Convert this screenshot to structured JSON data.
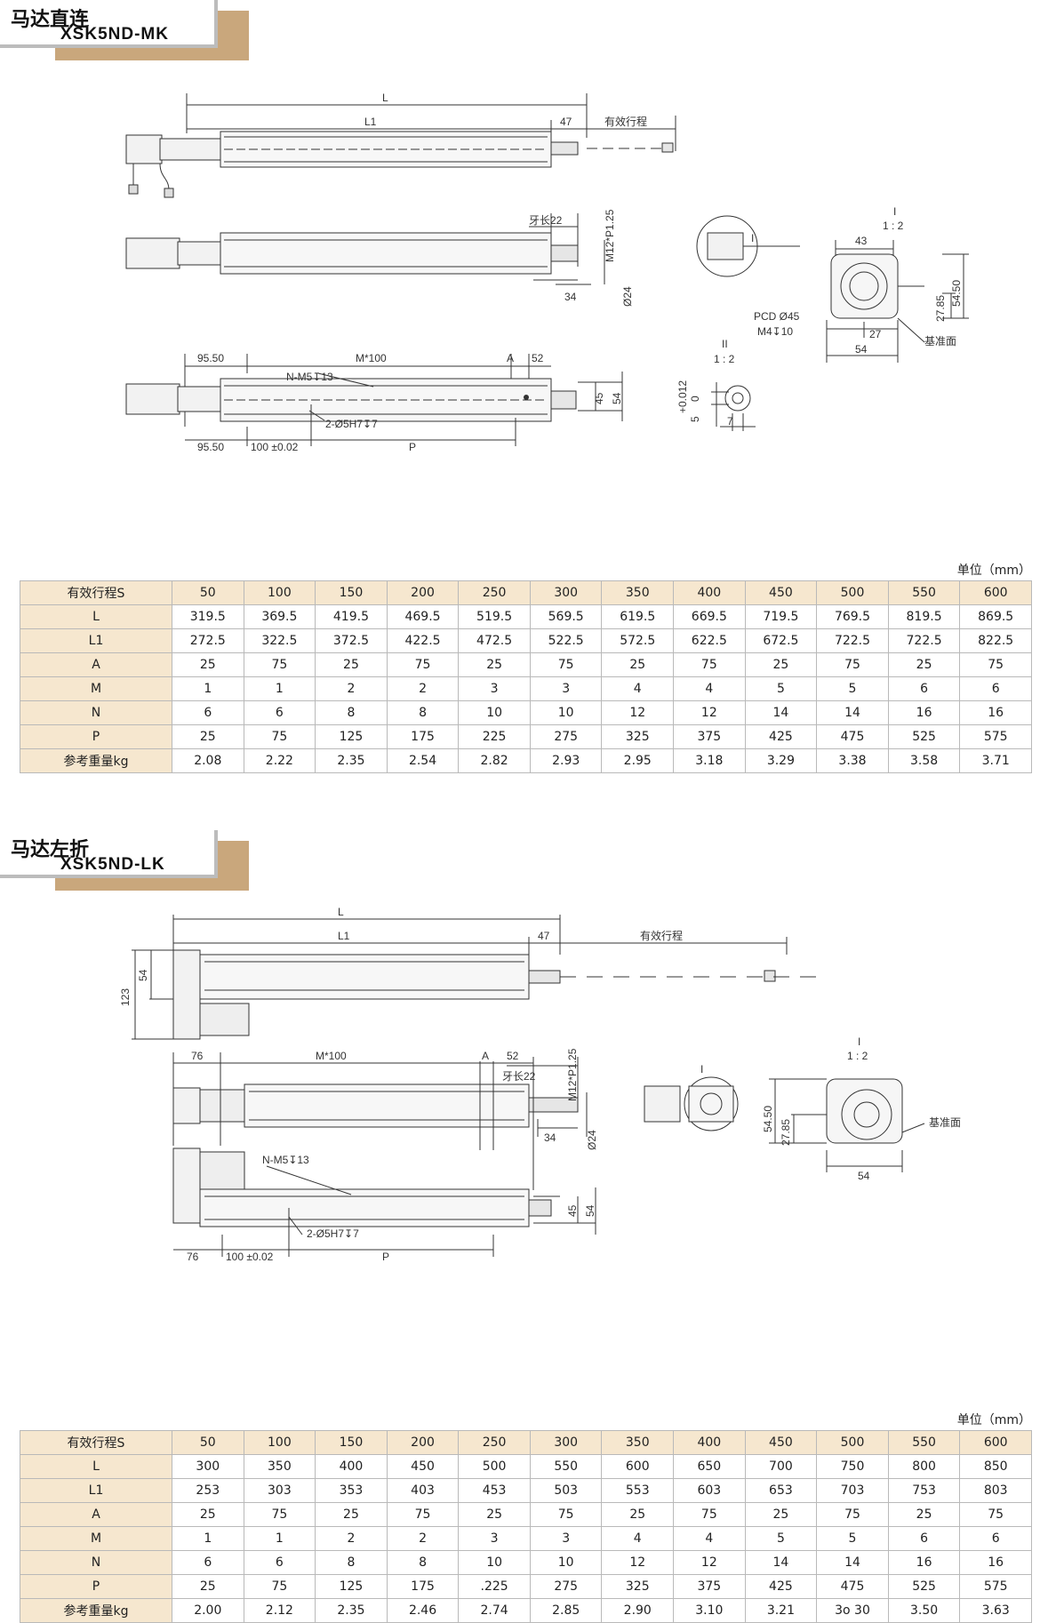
{
  "sections": [
    {
      "title_cn": "马达直连",
      "model": "XSK5ND-MK",
      "unit": "单位（mm）",
      "drawing_labels": {
        "L": "L",
        "L1": "L1",
        "d47": "47",
        "stroke": "有效行程",
        "thread_len": "牙长22",
        "thread": "M12*P1.25",
        "d34": "34",
        "phi24": "Ø24",
        "d9550a": "95.50",
        "m100": "M*100",
        "A": "A",
        "d52": "52",
        "nm5": "N-M5↧13",
        "d45": "45",
        "d54": "54",
        "hole": "2-Ø5H7↧7",
        "d9550b": "95.50",
        "d100": "100 ±0.02",
        "P": "P",
        "view1_title": "I",
        "view1_scale": "1 : 2",
        "d43": "43",
        "d5450": "54.50",
        "d2785": "27.85",
        "pcd": "PCD Ø45",
        "m4": "M4↧10",
        "d27": "27",
        "d54b": "54",
        "ref": "基准面",
        "view2_title": "II",
        "view2_scale": "1 : 2",
        "tol": "+0.012",
        "tol0": "0",
        "d5": "5",
        "d7": "7",
        "mark_I": "I"
      },
      "table": {
        "header": [
          "有效行程S",
          "50",
          "100",
          "150",
          "200",
          "250",
          "300",
          "350",
          "400",
          "450",
          "500",
          "550",
          "600"
        ],
        "rows": [
          [
            "L",
            "319.5",
            "369.5",
            "419.5",
            "469.5",
            "519.5",
            "569.5",
            "619.5",
            "669.5",
            "719.5",
            "769.5",
            "819.5",
            "869.5"
          ],
          [
            "L1",
            "272.5",
            "322.5",
            "372.5",
            "422.5",
            "472.5",
            "522.5",
            "572.5",
            "622.5",
            "672.5",
            "722.5",
            "722.5",
            "822.5"
          ],
          [
            "A",
            "25",
            "75",
            "25",
            "75",
            "25",
            "75",
            "25",
            "75",
            "25",
            "75",
            "25",
            "75"
          ],
          [
            "M",
            "1",
            "1",
            "2",
            "2",
            "3",
            "3",
            "4",
            "4",
            "5",
            "5",
            "6",
            "6"
          ],
          [
            "N",
            "6",
            "6",
            "8",
            "8",
            "10",
            "10",
            "12",
            "12",
            "14",
            "14",
            "16",
            "16"
          ],
          [
            "P",
            "25",
            "75",
            "125",
            "175",
            "225",
            "275",
            "325",
            "375",
            "425",
            "475",
            "525",
            "575"
          ],
          [
            "参考重量kg",
            "2.08",
            "2.22",
            "2.35",
            "2.54",
            "2.82",
            "2.93",
            "2.95",
            "3.18",
            "3.29",
            "3.38",
            "3.58",
            "3.71"
          ]
        ]
      }
    },
    {
      "title_cn": "马达左折",
      "model": "XSK5ND-LK",
      "unit": "单位（mm）",
      "drawing_labels": {
        "L": "L",
        "L1": "L1",
        "d47": "47",
        "stroke": "有效行程",
        "d123": "123",
        "d54": "54",
        "thread_len": "牙长22",
        "thread": "M12*P1.25",
        "d34": "34",
        "phi24": "Ø24",
        "view_title": "I",
        "view_scale": "1 : 2",
        "d5450": "54.50",
        "d2785": "27.85",
        "ref": "基准面",
        "d54b": "54",
        "mark_I": "I",
        "d76a": "76",
        "m100": "M*100",
        "A": "A",
        "d52": "52",
        "nm5": "N-M5↧13",
        "d45": "45",
        "d54c": "54",
        "hole": "2-Ø5H7↧7",
        "d76b": "76",
        "d100": "100 ±0.02",
        "P": "P"
      },
      "table": {
        "header": [
          "有效行程S",
          "50",
          "100",
          "150",
          "200",
          "250",
          "300",
          "350",
          "400",
          "450",
          "500",
          "550",
          "600"
        ],
        "rows": [
          [
            "L",
            "300",
            "350",
            "400",
            "450",
            "500",
            "550",
            "600",
            "650",
            "700",
            "750",
            "800",
            "850"
          ],
          [
            "L1",
            "253",
            "303",
            "353",
            "403",
            "453",
            "503",
            "553",
            "603",
            "653",
            "703",
            "753",
            "803"
          ],
          [
            "A",
            "25",
            "75",
            "25",
            "75",
            "25",
            "75",
            "25",
            "75",
            "25",
            "75",
            "25",
            "75"
          ],
          [
            "M",
            "1",
            "1",
            "2",
            "2",
            "3",
            "3",
            "4",
            "4",
            "5",
            "5",
            "6",
            "6"
          ],
          [
            "N",
            "6",
            "6",
            "8",
            "8",
            "10",
            "10",
            "12",
            "12",
            "14",
            "14",
            "16",
            "16"
          ],
          [
            "P",
            "25",
            "75",
            "125",
            "175",
            ".225",
            "275",
            "325",
            "375",
            "425",
            "475",
            "525",
            "575"
          ],
          [
            "参考重量kg",
            "2.00",
            "2.12",
            "2.35",
            "2.46",
            "2.74",
            "2.85",
            "2.90",
            "3.10",
            "3.21",
            "3o 30",
            "3.50",
            "3.63"
          ]
        ]
      }
    }
  ]
}
